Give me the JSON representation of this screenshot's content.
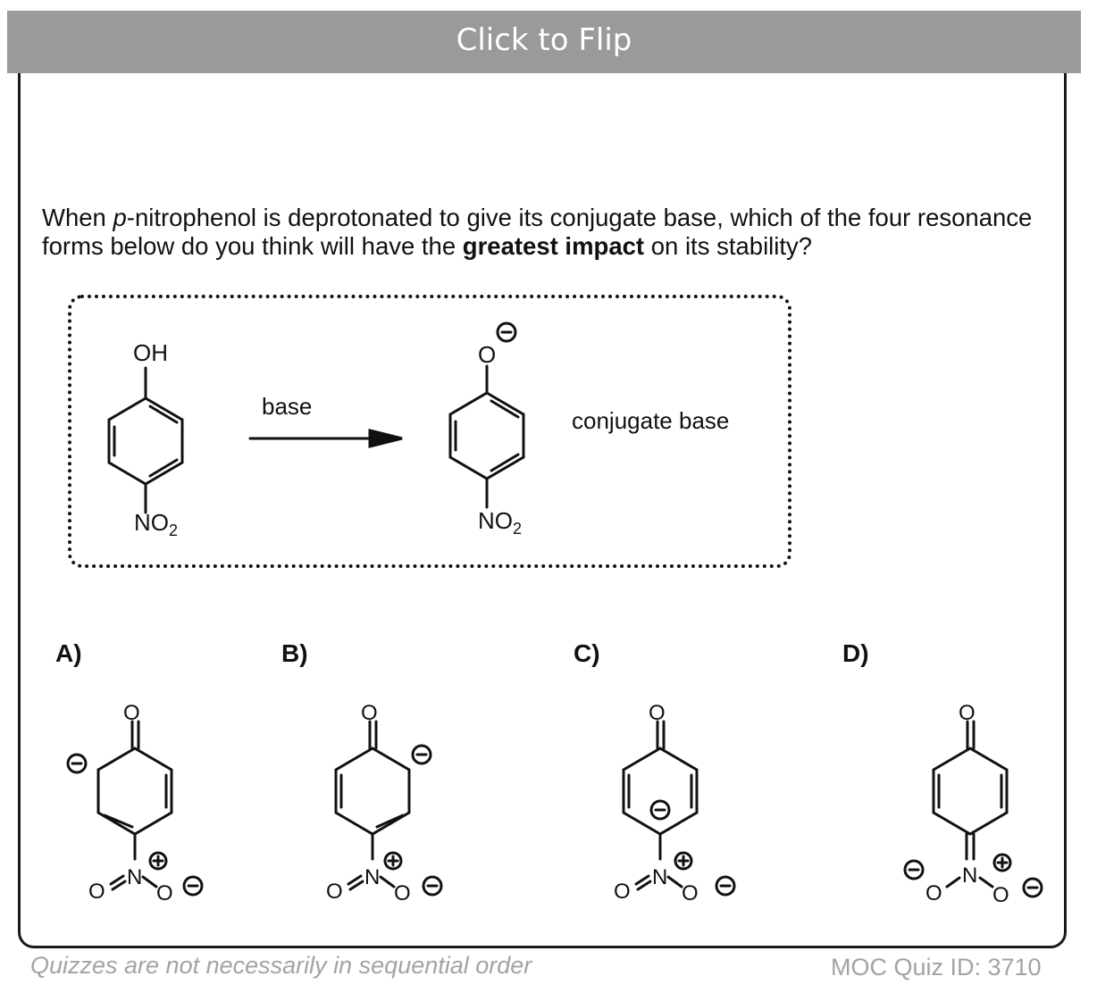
{
  "flip_button": {
    "label": "Click to Flip"
  },
  "question": {
    "part1": "When ",
    "italic": "p",
    "part2": "-nitrophenol is deprotonated to give its conjugate base, which of the four resonance forms below do you think will have the ",
    "bold": "greatest impact",
    "part3": " on its stability?"
  },
  "scheme": {
    "reactant_top": "OH",
    "reactant_bottom": "NO",
    "reactant_sub": "2",
    "arrow_label": "base",
    "product_top": "O",
    "product_bottom": "NO",
    "product_sub": "2",
    "product_label": "conjugate base",
    "charge_minus": "−",
    "charge_plus": "+"
  },
  "options": [
    {
      "label": "A)"
    },
    {
      "label": "B)"
    },
    {
      "label": "C)"
    },
    {
      "label": "D)"
    }
  ],
  "atoms": {
    "oxygen": "O",
    "nitrogen": "N"
  },
  "footer": {
    "disclaimer": "Quizzes are not necessarily in sequential order",
    "quiz_id": "MOC Quiz ID: 3710"
  }
}
